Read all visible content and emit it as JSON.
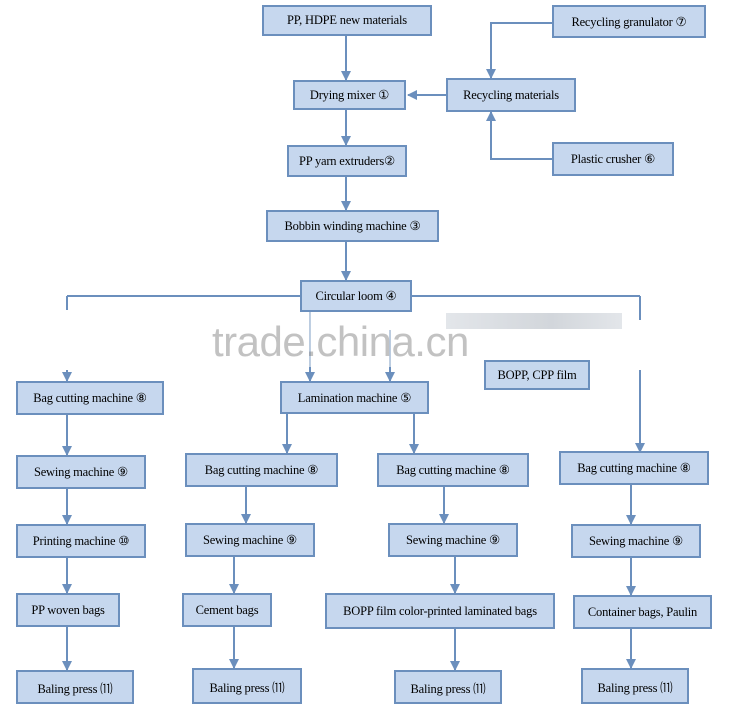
{
  "nodes": {
    "raw_materials": "PP, HDPE new materials",
    "recycling_granulator": "Recycling granulator ⑦",
    "drying_mixer": "Drying mixer ①",
    "recycling_materials": "Recycling materials",
    "yarn_extruders": "PP yarn extruders②",
    "plastic_crusher": "Plastic crusher ⑥",
    "bobbin_winding": "Bobbin winding machine ③",
    "circular_loom": "Circular loom ④",
    "bopp_cpp_film": "BOPP, CPP film",
    "lamination_machine": "Lamination machine ⑤",
    "col1_cutting": "Bag cutting machine ⑧",
    "col1_sewing": "Sewing machine ⑨",
    "col1_printing": "Printing machine ⑩",
    "col1_product": "PP woven bags",
    "col1_baling": "Baling press ⑾",
    "col2_cutting": "Bag cutting machine ⑧",
    "col2_sewing": "Sewing machine ⑨",
    "col2_product": "Cement bags",
    "col2_baling": "Baling press ⑾",
    "col3_cutting": "Bag cutting machine ⑧",
    "col3_sewing": "Sewing machine ⑨",
    "col3_product": "BOPP film color-printed laminated bags",
    "col3_baling": "Baling press ⑾",
    "col4_cutting": "Bag cutting machine ⑧",
    "col4_sewing": "Sewing machine ⑨",
    "col4_product": "Container bags, Paulin",
    "col4_baling": "Baling press ⑾"
  },
  "watermark": "trade.china.cn",
  "colors": {
    "box_fill": "#c6d7ee",
    "box_border": "#6b8fbd",
    "connector": "#6b8fbd"
  }
}
